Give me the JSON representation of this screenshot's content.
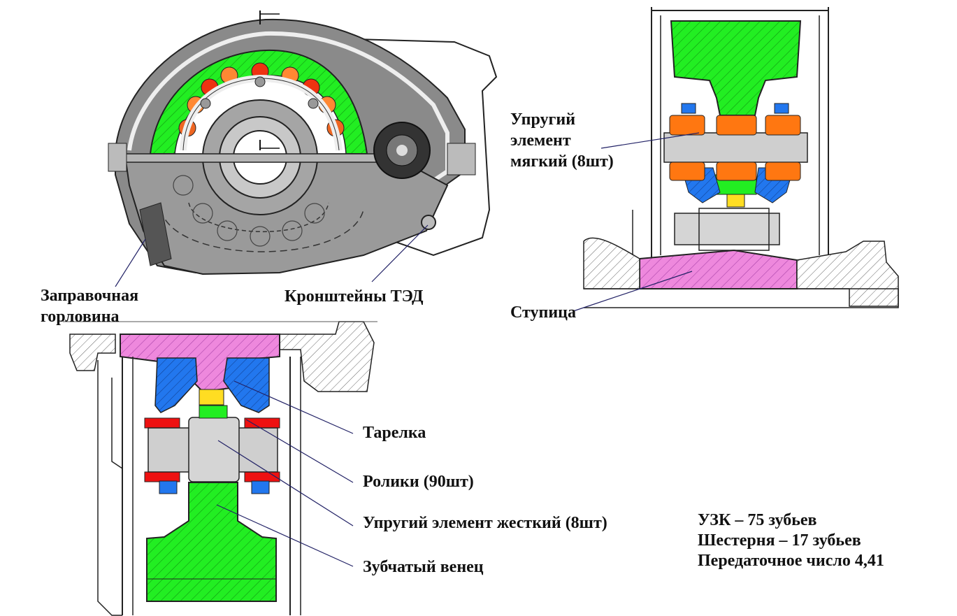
{
  "labels": {
    "zapravochnaya": "Заправочная\nгорловина",
    "kronshteiny": "Кронштейны ТЭД",
    "uprugiy_myagkiy": "Упругий\nэлемент\nмягкий (8шт)",
    "stupitsa": "Ступица",
    "tarelka": "Тарелка",
    "roliki": "Ролики (90шт)",
    "uprugiy_zhestkiy": "Упругий элемент жесткий (8шт)",
    "zubchatyy_venets": "Зубчатый венец"
  },
  "specs": [
    "УЗК – 75 зубьев",
    "Шестерня – 17 зубьев",
    "Передаточное число 4,41"
  ],
  "colors": {
    "gear_green": "#22ee22",
    "hub_magenta": "#ee88dd",
    "dish_blue": "#2277ee",
    "elastic_orange": "#ff7711",
    "roller_red": "#ee1111",
    "bolt_yellow": "#ffdd22",
    "housing_gray": "#999999",
    "part_light_gray": "#cfcfcf",
    "leader_blue": "#222266"
  }
}
